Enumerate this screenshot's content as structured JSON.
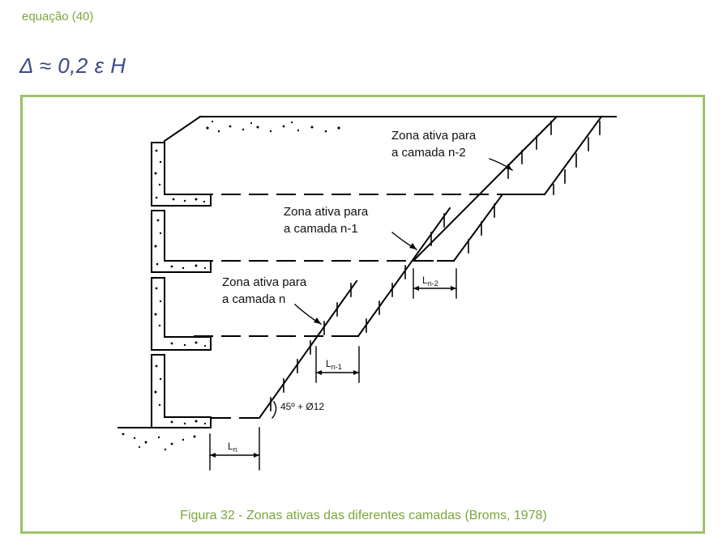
{
  "equation_label": "equação (40)",
  "formula": "Δ ≈ 0,2 ε H",
  "figure": {
    "labels": {
      "zone_n2_line1": "Zona ativa para",
      "zone_n2_line2": "a camada n-2",
      "zone_n1_line1": "Zona ativa para",
      "zone_n1_line2": "a camada n-1",
      "zone_n_line1": "Zona ativa para",
      "zone_n_line2": "a camada n",
      "angle": "45º + Ø12",
      "L_n2_main": "L",
      "L_n2_sub": "n-2",
      "L_n1_main": "L",
      "L_n1_sub": "n-1",
      "L_n_main": "L",
      "L_n_sub": "n"
    },
    "caption": "Figura 32 - Zonas ativas das diferentes camadas (Broms, 1978)"
  },
  "colors": {
    "accent_green": "#7aa63a",
    "frame_border": "#9bc267",
    "formula_blue": "#3d4a8a",
    "line": "#000000"
  }
}
